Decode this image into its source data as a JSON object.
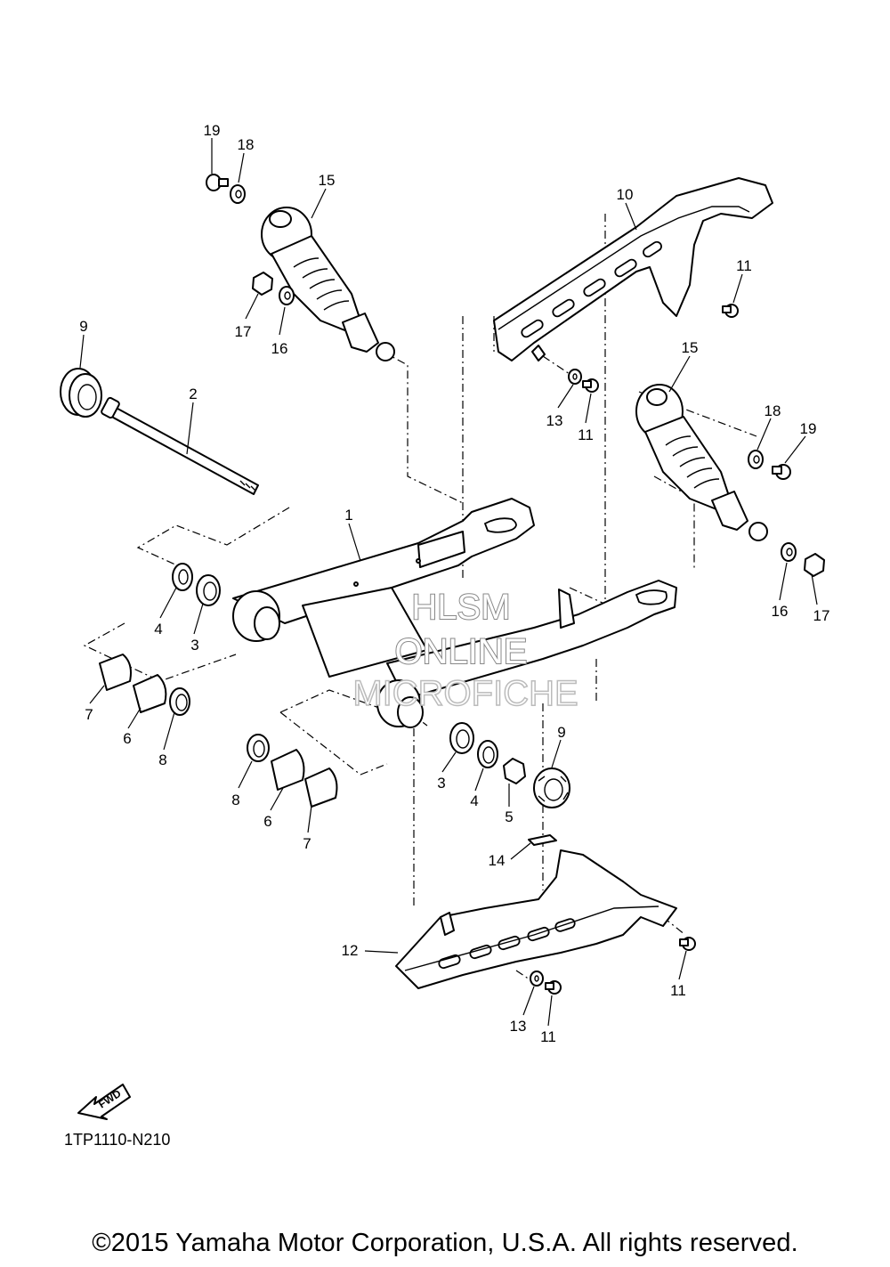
{
  "diagram_code": "1TP1110-N210",
  "copyright": "©2015 Yamaha Motor Corporation, U.S.A. All rights reserved.",
  "watermark": {
    "line1": "HLSM",
    "line2": "ONLINE",
    "line3": "MICROFICHE"
  },
  "fwd_label": "FWD",
  "callouts": [
    {
      "id": "c19a",
      "text": "19"
    },
    {
      "id": "c18a",
      "text": "18"
    },
    {
      "id": "c15a",
      "text": "15"
    },
    {
      "id": "c10",
      "text": "10"
    },
    {
      "id": "c11a",
      "text": "11"
    },
    {
      "id": "c17a",
      "text": "17"
    },
    {
      "id": "c16a",
      "text": "16"
    },
    {
      "id": "c9a",
      "text": "9"
    },
    {
      "id": "c13a",
      "text": "13"
    },
    {
      "id": "c11b",
      "text": "11"
    },
    {
      "id": "c15b",
      "text": "15"
    },
    {
      "id": "c18b",
      "text": "18"
    },
    {
      "id": "c19b",
      "text": "19"
    },
    {
      "id": "c2",
      "text": "2"
    },
    {
      "id": "c1",
      "text": "1"
    },
    {
      "id": "c4a",
      "text": "4"
    },
    {
      "id": "c3a",
      "text": "3"
    },
    {
      "id": "c16b",
      "text": "16"
    },
    {
      "id": "c17b",
      "text": "17"
    },
    {
      "id": "c7a",
      "text": "7"
    },
    {
      "id": "c6a",
      "text": "6"
    },
    {
      "id": "c8a",
      "text": "8"
    },
    {
      "id": "c9b",
      "text": "9"
    },
    {
      "id": "c3b",
      "text": "3"
    },
    {
      "id": "c4b",
      "text": "4"
    },
    {
      "id": "c5",
      "text": "5"
    },
    {
      "id": "c8b",
      "text": "8"
    },
    {
      "id": "c6b",
      "text": "6"
    },
    {
      "id": "c7b",
      "text": "7"
    },
    {
      "id": "c14",
      "text": "14"
    },
    {
      "id": "c12",
      "text": "12"
    },
    {
      "id": "c11c",
      "text": "11"
    },
    {
      "id": "c13b",
      "text": "13"
    },
    {
      "id": "c11d",
      "text": "11"
    }
  ]
}
